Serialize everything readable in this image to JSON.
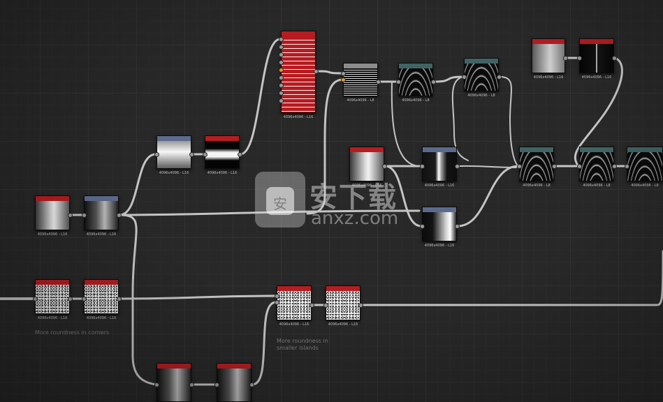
{
  "graph": {
    "nodes": [
      {
        "id": "n1",
        "label": "4096x4096 - L16",
        "header": "#b61d22",
        "thumb": "t-cyl"
      },
      {
        "id": "n2",
        "label": "4096x4096 - L16",
        "header": "#5c6b8c",
        "thumb": "t-cyl-dark"
      },
      {
        "id": "n3",
        "label": "4096x4096 - L16",
        "header": "#5c6b8c",
        "thumb": "t-hgrad"
      },
      {
        "id": "n4",
        "label": "4096x4096 - L16",
        "header": "#b61d22",
        "thumb": "t-band"
      },
      {
        "id": "n5",
        "label": "4096x4096 - L16",
        "header": "#b61d22",
        "thumb": "t-red"
      },
      {
        "id": "n6",
        "label": "4096x4096 - L8",
        "header": "#8c8c8c",
        "thumb": "t-lines"
      },
      {
        "id": "n7",
        "label": "4096x4096 - L8",
        "header": "#3f6463",
        "thumb": "t-waves"
      },
      {
        "id": "n8",
        "label": "4096x4096 - L8",
        "header": "#3f6463",
        "thumb": "t-waves"
      },
      {
        "id": "n9",
        "label": "4096x4096 - L16",
        "header": "#b61d22",
        "thumb": "t-cyl"
      },
      {
        "id": "n10",
        "label": "4096x4096 - L16",
        "header": "#5c6b8c",
        "thumb": "t-vert"
      },
      {
        "id": "n11",
        "label": "4096x4096 - L16",
        "header": "#5c6b8c",
        "thumb": "t-vert2"
      },
      {
        "id": "n12",
        "label": "4096x4096 - L8",
        "header": "#3f6463",
        "thumb": "t-waves"
      },
      {
        "id": "n13",
        "label": "4096x4096 - L8",
        "header": "#3f6463",
        "thumb": "t-waves"
      },
      {
        "id": "n14",
        "label": "4096x4096 - L8",
        "header": "#3f6463",
        "thumb": "t-waves"
      },
      {
        "id": "n15",
        "label": "4096x4096 - L16",
        "header": "#b61d22",
        "thumb": "t-gray1"
      },
      {
        "id": "n16",
        "label": "4096x4096 - L16",
        "header": "#b61d22",
        "thumb": "t-split"
      },
      {
        "id": "n17",
        "label": "4096x4096 - L16",
        "header": "#b61d22",
        "thumb": "t-noise"
      },
      {
        "id": "n18",
        "label": "4096x4096 - L16",
        "header": "#b61d22",
        "thumb": "t-noise"
      },
      {
        "id": "n19",
        "label": "4096x4096 - L16",
        "header": "#b61d22",
        "thumb": "t-noise"
      },
      {
        "id": "n20",
        "label": "4096x4096 - L16",
        "header": "#b61d22",
        "thumb": "t-noise"
      },
      {
        "id": "n21",
        "label": "",
        "header": "#b61d22",
        "thumb": "t-cyl-dark"
      },
      {
        "id": "n22",
        "label": "",
        "header": "#b61d22",
        "thumb": "t-cyl-dark"
      }
    ],
    "comments": [
      {
        "id": "c1",
        "text": "More roundness in corners"
      },
      {
        "id": "c2",
        "text": "More roundness in\nsmaller islands"
      }
    ]
  },
  "watermark": {
    "cn": "安下载",
    "en": "anxz.com",
    "icon": "shopping-bag-icon"
  },
  "colors": {
    "wire": "#c4c4c4",
    "background": "#282828",
    "grid": "#323232"
  }
}
